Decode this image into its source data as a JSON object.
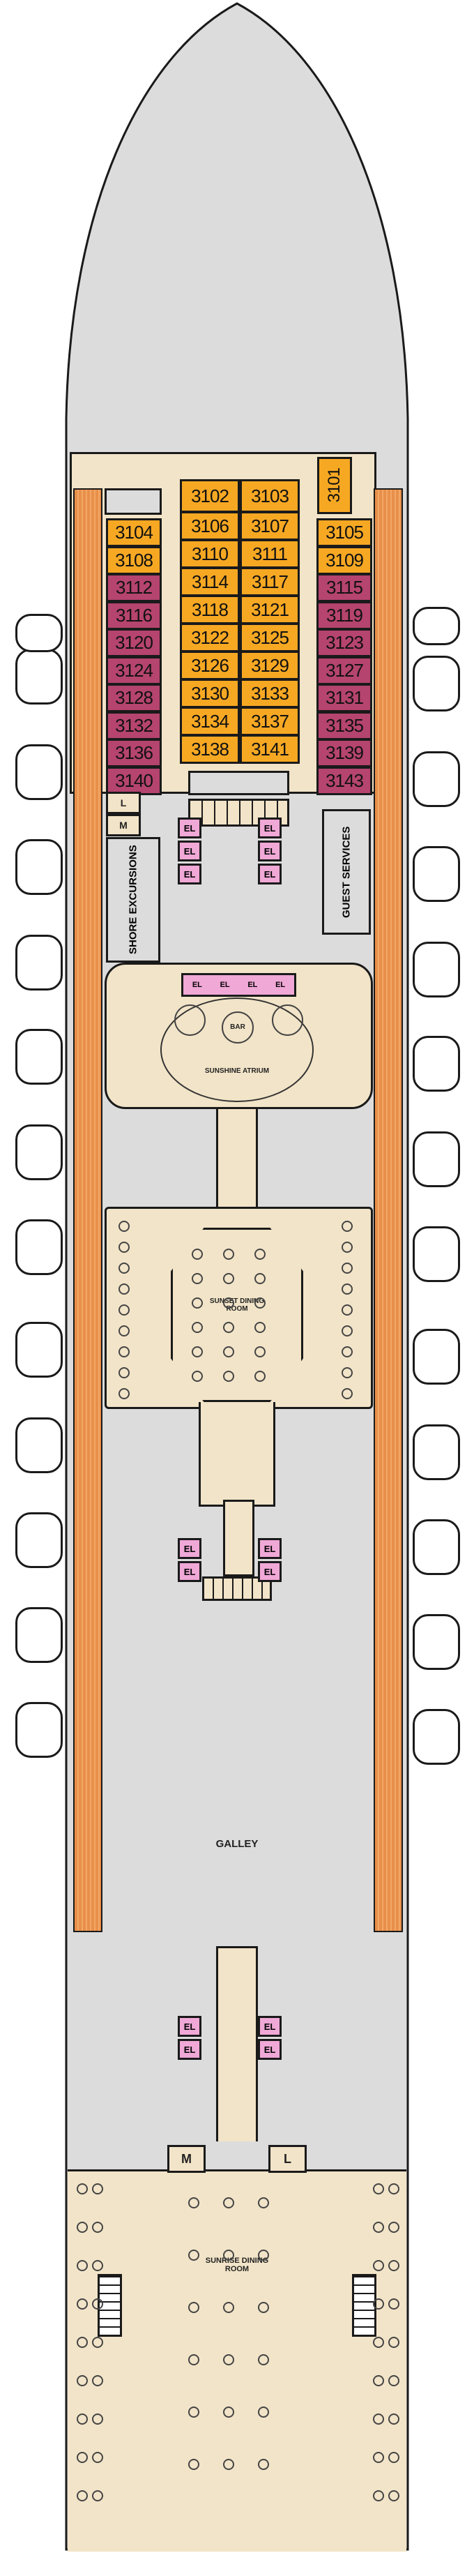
{
  "colors": {
    "suite": "#f7a823",
    "balcony": "#b5446e",
    "public": "#f2e4c8",
    "service": "#dcdcdc",
    "elevator": "#f0a8d6",
    "deck": "#e88f4a"
  },
  "cabins": {
    "forward": "3101",
    "left": [
      "3104",
      "3108",
      "3112",
      "3116",
      "3120",
      "3124",
      "3128",
      "3132",
      "3136",
      "3140"
    ],
    "left_types": [
      "o",
      "o",
      "p",
      "p",
      "p",
      "p",
      "p",
      "p",
      "p",
      "p"
    ],
    "center_left": [
      "3102",
      "3106",
      "3110",
      "3114",
      "3118",
      "3122",
      "3126",
      "3130",
      "3134",
      "3138"
    ],
    "center_right": [
      "3103",
      "3107",
      "3111",
      "3117",
      "3121",
      "3125",
      "3129",
      "3133",
      "3137",
      "3141"
    ],
    "right": [
      "3105",
      "3109",
      "3115",
      "3119",
      "3123",
      "3127",
      "3131",
      "3135",
      "3139",
      "3143"
    ],
    "right_types": [
      "o",
      "o",
      "p",
      "p",
      "p",
      "p",
      "p",
      "p",
      "p",
      "p"
    ]
  },
  "labels": {
    "lift": "L",
    "mid": "M",
    "shore": "SHORE EXCURSIONS",
    "guest": "GUEST SERVICES",
    "elevator": "EL",
    "bar": "BAR",
    "atrium": "SUNSHINE ATRIUM",
    "sunset": "SUNSET DINING ROOM",
    "galley": "GALLEY",
    "sunrise": "SUNRISE DINING ROOM"
  }
}
